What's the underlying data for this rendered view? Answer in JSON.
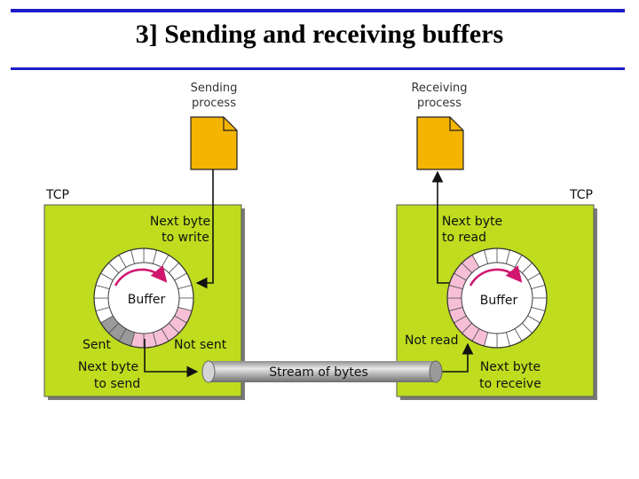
{
  "title": "3] Sending and receiving buffers",
  "sender": {
    "tcp_label": "TCP",
    "process_label_1": "Sending",
    "process_label_2": "process",
    "pointer_label_1": "Next byte",
    "pointer_label_2": "to write",
    "buffer_label": "Buffer",
    "sent_label": "Sent",
    "not_sent_label": "Not sent",
    "next_label_1": "Next byte",
    "next_label_2": "to send"
  },
  "receiver": {
    "tcp_label": "TCP",
    "process_label_1": "Receiving",
    "process_label_2": "process",
    "pointer_label_1": "Next byte",
    "pointer_label_2": "to read",
    "buffer_label": "Buffer",
    "not_read_label": "Not read",
    "next_label_1": "Next byte",
    "next_label_2": "to receive"
  },
  "stream_label": "Stream of bytes",
  "colors": {
    "tcp_box": "#bfdc1e",
    "document": "#f5b400",
    "segment_empty": "#ffffff",
    "segment_sent": "#9a9a9a",
    "segment_pending": "#f7bfd6",
    "rotation_arrow": "#d0166e",
    "rule": "#1c1cc8"
  }
}
